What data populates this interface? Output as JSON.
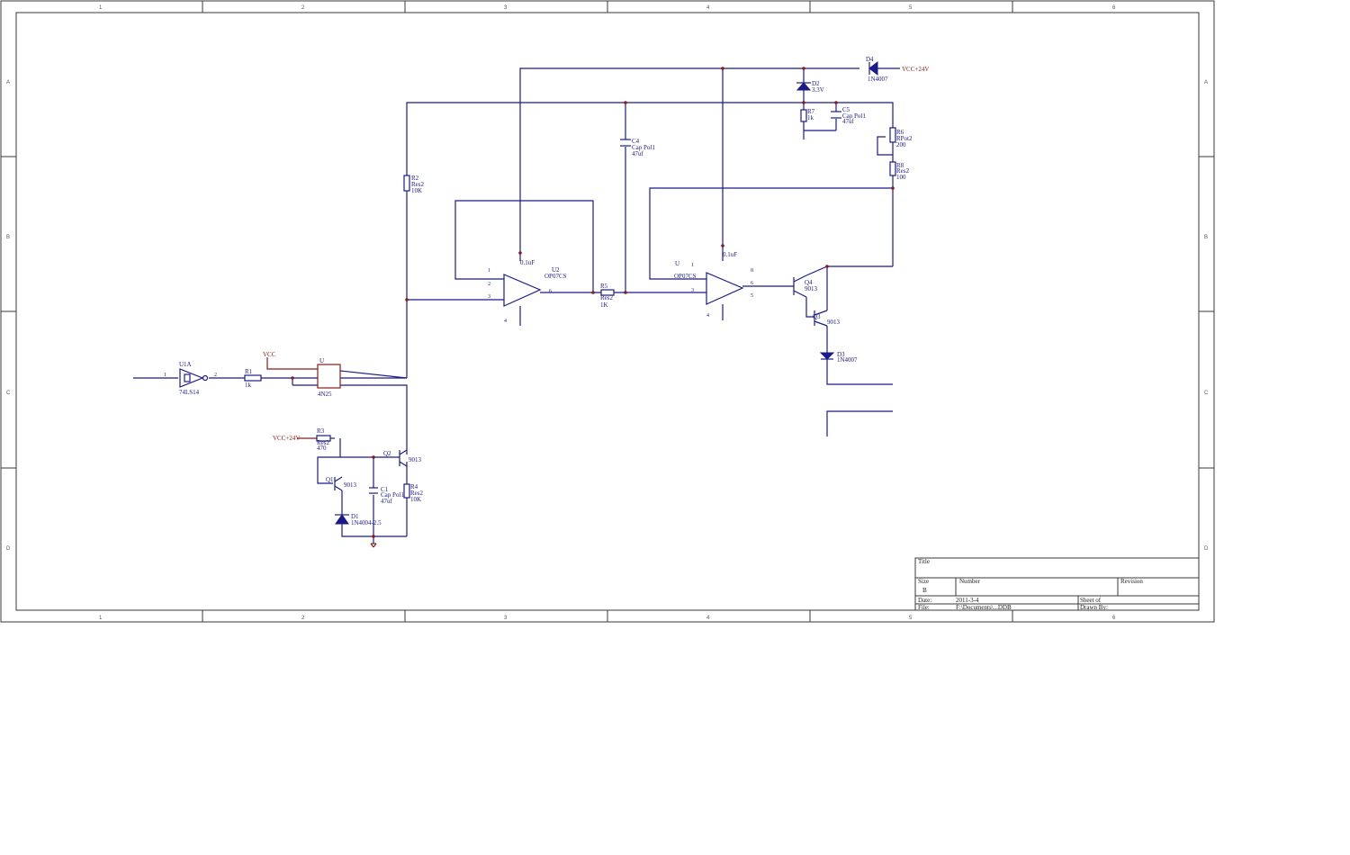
{
  "border": {
    "columns": [
      "1",
      "2",
      "3",
      "4",
      "5",
      "6"
    ],
    "rows": [
      "A",
      "B",
      "C",
      "D"
    ]
  },
  "labels": {
    "u1a_ref": "U1A",
    "u1a_part": "74LS14",
    "u1a_pin_in": "1",
    "u1a_pin_out": "2",
    "r1_ref": "R1",
    "r1_val": "1k",
    "vcc_small": "VCC",
    "opto_ref": "U",
    "opto_part": "4N25",
    "r2_ref": "R2",
    "r2_val": "Res2",
    "r2_val2": "10K",
    "vcc24_left": "VCC+24V",
    "r3_ref": "R3",
    "r3_val": "Res2",
    "r3_val2": "470",
    "q1_ref": "Q1",
    "q1_part": "9013",
    "q2_ref": "Q2",
    "q2_part": "9013",
    "c1_ref": "C1",
    "c1_val": "Cap Pol1",
    "c1_val2": "47uf",
    "r4_ref": "R4",
    "r4_val": "Res2",
    "r4_val2": "10K",
    "d1_ref": "D1",
    "d1_part": "1N4004-2.5",
    "u2_ref": "U2",
    "u2_part": "OP07CS",
    "c2_val": "0.1uF",
    "r5_ref": "R5",
    "r5_val": "Res2",
    "r5_val2": "1K",
    "c4_ref": "C4",
    "c4_val": "Cap Pol1",
    "c4_val2": "47uf",
    "u3_ref": "U",
    "u3_part": "OP07CS",
    "c3_val": "0.1uF",
    "q4_ref": "Q4",
    "q4_part": "9013",
    "q3_ref": "Q3",
    "q3_part": "9013",
    "d3_ref": "D3",
    "d3_part": "1N4007",
    "d2_ref": "D2",
    "d2_val": "3.3V",
    "r7_ref": "R7",
    "r7_val": "1k",
    "c5_ref": "C5",
    "c5_val": "Cap Pol1",
    "c5_val2": "47uf",
    "r6_ref": "R6",
    "r6_val": "RPot2",
    "r6_val2": "200",
    "r8_ref": "R8",
    "r8_val": "Res2",
    "r8_val2": "100",
    "d4_ref": "D4",
    "d4_part": "1N4007",
    "vcc24_right": "VCC+24V"
  },
  "title_block": {
    "title_label": "Title",
    "size_label": "Size",
    "size_value": "B",
    "number_label": "Number",
    "revision_label": "Revision",
    "date_label": "Date:",
    "date_value": "2011-3-4",
    "sheet_label": "Sheet of",
    "file_label": "File:",
    "file_value": "F:\\Documents\\...DDB",
    "drawn_label": "Drawn By:"
  }
}
